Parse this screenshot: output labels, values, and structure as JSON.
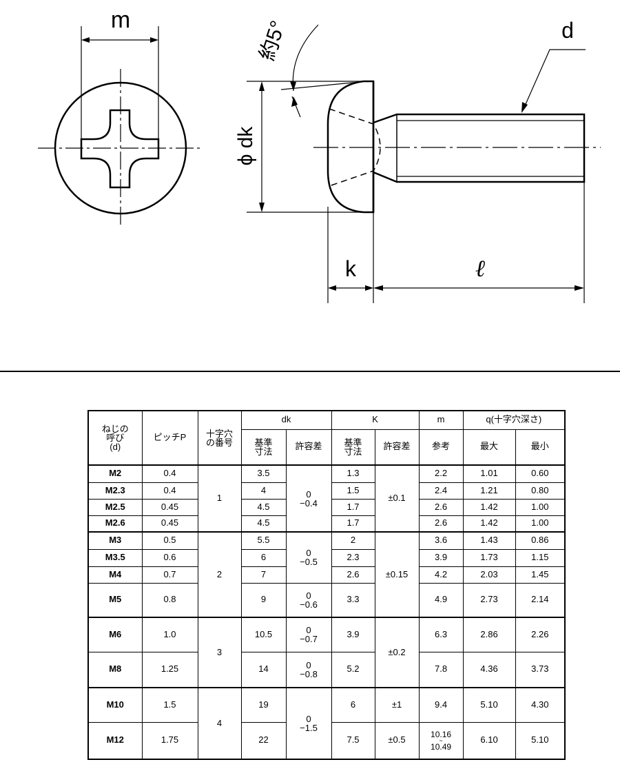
{
  "drawing": {
    "labels": {
      "m": "m",
      "angle": "約5°",
      "d": "d",
      "dk": "ϕ dk",
      "k": "k",
      "l": "ℓ"
    }
  },
  "table": {
    "header": {
      "name": [
        "ねじの",
        "呼び",
        "(d)"
      ],
      "pitch": "ピッチP",
      "recess_no": [
        "十字穴",
        "の番号"
      ],
      "dk": "dk",
      "k": "K",
      "m": "m",
      "q": "q(十字穴深さ)",
      "basic": [
        "基準",
        "寸法"
      ],
      "tolerance": "許容差",
      "reference": "参考",
      "max": "最大",
      "min": "最小"
    },
    "rows": [
      {
        "name": "M2",
        "pitch": "0.4",
        "dk": "3.5",
        "k": "1.3",
        "m": "2.2",
        "qmax": "1.01",
        "qmin": "0.60"
      },
      {
        "name": "M2.3",
        "pitch": "0.4",
        "dk": "4",
        "k": "1.5",
        "m": "2.4",
        "qmax": "1.21",
        "qmin": "0.80"
      },
      {
        "name": "M2.5",
        "pitch": "0.45",
        "dk": "4.5",
        "k": "1.7",
        "m": "2.6",
        "qmax": "1.42",
        "qmin": "1.00"
      },
      {
        "name": "M2.6",
        "pitch": "0.45",
        "dk": "4.5",
        "k": "1.7",
        "m": "2.6",
        "qmax": "1.42",
        "qmin": "1.00"
      },
      {
        "name": "M3",
        "pitch": "0.5",
        "dk": "5.5",
        "k": "2",
        "m": "3.6",
        "qmax": "1.43",
        "qmin": "0.86"
      },
      {
        "name": "M3.5",
        "pitch": "0.6",
        "dk": "6",
        "k": "2.3",
        "m": "3.9",
        "qmax": "1.73",
        "qmin": "1.15"
      },
      {
        "name": "M4",
        "pitch": "0.7",
        "dk": "7",
        "k": "2.6",
        "m": "4.2",
        "qmax": "2.03",
        "qmin": "1.45"
      },
      {
        "name": "M5",
        "pitch": "0.8",
        "dk": "9",
        "k": "3.3",
        "m": "4.9",
        "qmax": "2.73",
        "qmin": "2.14"
      },
      {
        "name": "M6",
        "pitch": "1.0",
        "dk": "10.5",
        "k": "3.9",
        "m": "6.3",
        "qmax": "2.86",
        "qmin": "2.26"
      },
      {
        "name": "M8",
        "pitch": "1.25",
        "dk": "14",
        "k": "5.2",
        "m": "7.8",
        "qmax": "4.36",
        "qmin": "3.73"
      },
      {
        "name": "M10",
        "pitch": "1.5",
        "dk": "19",
        "k": "6",
        "m": "9.4",
        "qmax": "5.10",
        "qmin": "4.30"
      },
      {
        "name": "M12",
        "pitch": "1.75",
        "dk": "22",
        "k": "7.5",
        "m_top": "10.16",
        "m_mid": "~",
        "m_bot": "10.49",
        "qmax": "6.10",
        "qmin": "5.10"
      }
    ],
    "recess": [
      "1",
      "2",
      "3",
      "4"
    ],
    "dk_tol": [
      {
        "upper": "0",
        "lower": "−0.4"
      },
      {
        "upper": "0",
        "lower": "−0.5"
      },
      {
        "upper": "0",
        "lower": "−0.6"
      },
      {
        "upper": "0",
        "lower": "−0.7"
      },
      {
        "upper": "0",
        "lower": "−0.8"
      },
      {
        "upper": "0",
        "lower": "−1.5"
      }
    ],
    "k_tol": [
      "±0.1",
      "±0.15",
      "±0.2",
      "±1",
      "±0.5"
    ]
  }
}
